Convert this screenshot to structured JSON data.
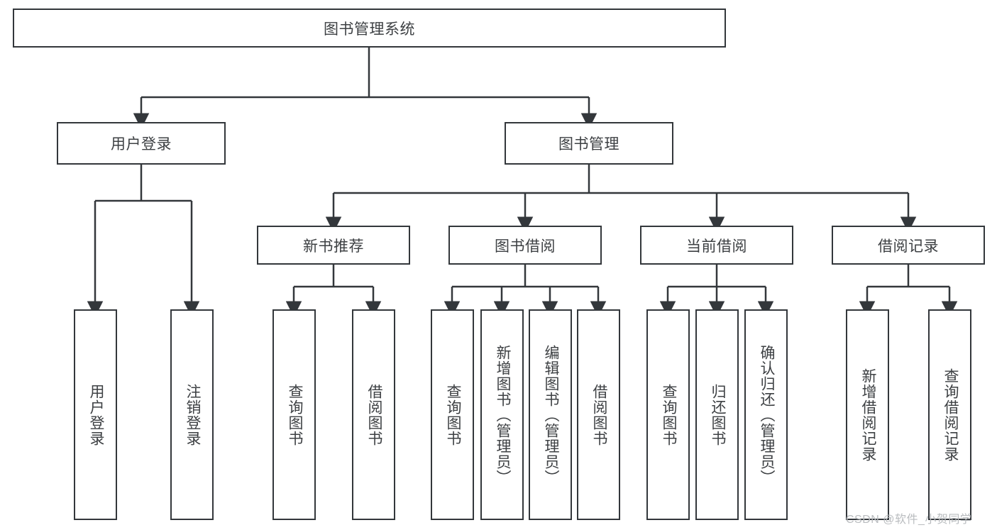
{
  "diagram": {
    "title": "图书管理系统",
    "type": "tree-hierarchy-diagram",
    "colors": {
      "stroke": "#33373b",
      "text": "#3d4043",
      "background": "#ffffff",
      "watermark": "#b9bcbf"
    },
    "root": {
      "label": "图书管理系统"
    },
    "level2": [
      {
        "label": "用户登录"
      },
      {
        "label": "图书管理"
      }
    ],
    "level3": [
      {
        "label": "新书推荐"
      },
      {
        "label": "图书借阅"
      },
      {
        "label": "当前借阅"
      },
      {
        "label": "借阅记录"
      }
    ],
    "leaves": {
      "user_login": [
        {
          "label": "用户登录"
        },
        {
          "label": "注销登录"
        }
      ],
      "new_book_recommend": [
        {
          "label": "查询图书"
        },
        {
          "label": "借阅图书"
        }
      ],
      "book_borrow": [
        {
          "label": "查询图书"
        },
        {
          "label": "新增图书（管理员）"
        },
        {
          "label": "编辑图书（管理员）"
        },
        {
          "label": "借阅图书"
        }
      ],
      "current_borrow": [
        {
          "label": "查询图书"
        },
        {
          "label": "归还图书"
        },
        {
          "label": "确认归还（管理员）"
        }
      ],
      "borrow_record": [
        {
          "label": "新增借阅记录"
        },
        {
          "label": "查询借阅记录"
        }
      ]
    }
  },
  "watermark": {
    "text": "CSDN @软件_小贺同学"
  }
}
